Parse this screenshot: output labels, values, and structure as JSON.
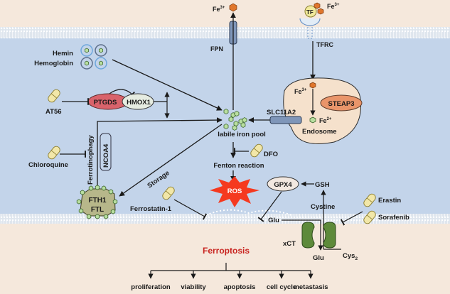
{
  "colors": {
    "extracellular": "#f5e8dc",
    "intracellular": "#c3d4ea",
    "membrane": "#dde4ec",
    "iron3": "#e0762c",
    "iron2": "#b9dea0",
    "ptgds": "#d9636b",
    "hmox1": "#e6ece1",
    "endosome": "#f5e1cc",
    "steap3": "#e9956a",
    "ferritin": "#b7b78a",
    "pill": "#f2e7a8",
    "ros": "#f5391f",
    "xct": "#5d8a3a",
    "ferroptosis_text": "#c8231f"
  },
  "labels": {
    "fe3_top_fpn": "Fe",
    "fe3_sup": "3+",
    "fpn": "FPN",
    "tf": "TF",
    "fe3_tf": "Fe",
    "tfrc": "TFRC",
    "hemin": "Hemin",
    "hemoglobin": "Hemoglobin",
    "at56": "AT56",
    "ptgds": "PTGDS",
    "hmox1": "HMOX1",
    "ferritinophagy": "Ferrotinophagy",
    "ncoa4": "NCOA4",
    "chloroquine": "Chloroquine",
    "storage": "Storage",
    "fth1": "FTH1",
    "ftl": "FTL",
    "labile_iron_pool": "labile iron pool",
    "slc11a2": "SLC11A2",
    "fe3_endo": "Fe",
    "steap3": "STEAP3",
    "fe2": "Fe",
    "fe2_sup": "2+",
    "endosome": "Endosome",
    "dfo": "DFO",
    "fenton": "Fenton reaction",
    "ros": "ROS",
    "gpx4": "GPX4",
    "gsh": "GSH",
    "cystine": "Cystine",
    "erastin": "Erastin",
    "sorafenib": "Sorafenib",
    "ferrostatin": "Ferrostatin-1",
    "glu_top": "Glu",
    "xct": "xCT",
    "glu_bottom": "Glu",
    "cys2": "Cys",
    "cys2_sub": "2",
    "ferroptosis": "Ferroptosis"
  },
  "outcomes": [
    "proliferation",
    "viability",
    "apoptosis",
    "cell cycle",
    "metastasis"
  ]
}
